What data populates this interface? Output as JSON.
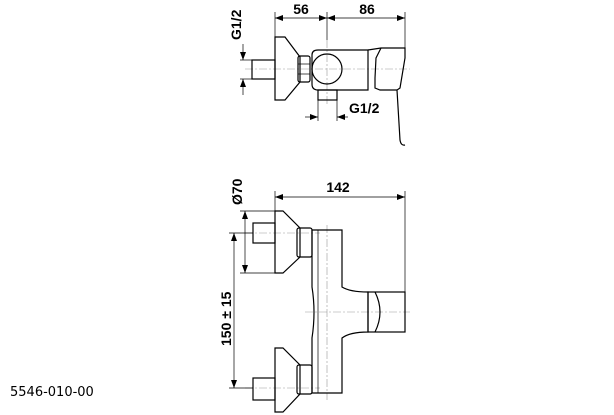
{
  "top_view": {
    "dim_left": "56",
    "dim_right": "86",
    "inlet_thread": "G1/2",
    "outlet_thread": "G1/2"
  },
  "front_view": {
    "dim_width": "142",
    "dim_flange_diameter": "Ø70",
    "dim_center_distance": "150 ± 15"
  },
  "product_code": "5546-010-00"
}
